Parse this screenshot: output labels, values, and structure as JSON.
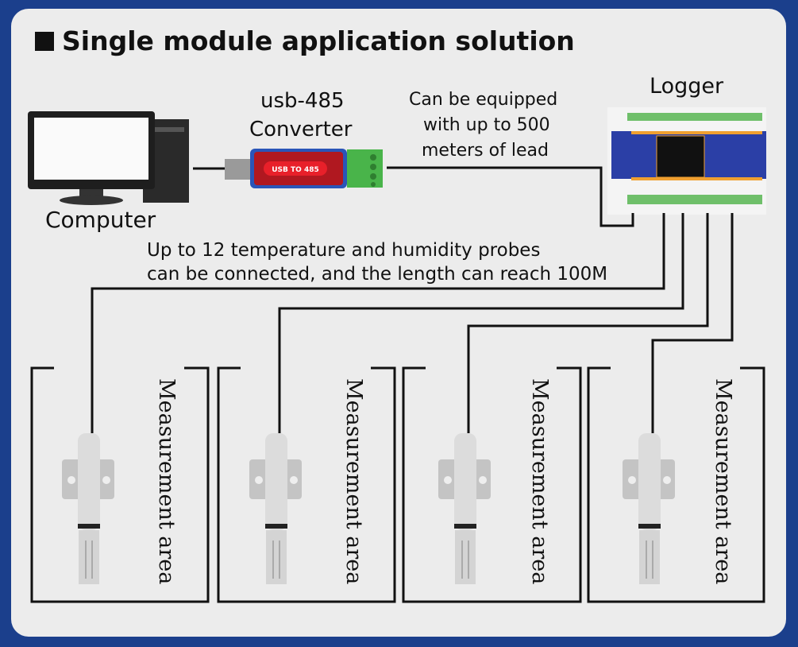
{
  "title": "Single module application solution",
  "computer_label": "Computer",
  "converter": {
    "line1": "usb-485",
    "line2": "Converter",
    "device_text": "USB TO 485"
  },
  "logger_label": "Logger",
  "lead_note": {
    "line1": "Can be equipped",
    "line2": "with up to 500",
    "line3": "meters of lead"
  },
  "probe_note": {
    "line1": "Up to 12 temperature and humidity probes",
    "line2": "can be connected, and the length can reach 100M"
  },
  "areas": [
    {
      "label": "Measurement area"
    },
    {
      "label": "Measurement area"
    },
    {
      "label": "Measurement area"
    },
    {
      "label": "Measurement area"
    }
  ],
  "colors": {
    "frame": "#1b3f8c",
    "panel": "#ececec",
    "converter": "#c0161e",
    "terminal": "#49b44a",
    "logger": "#2b3fa6"
  }
}
